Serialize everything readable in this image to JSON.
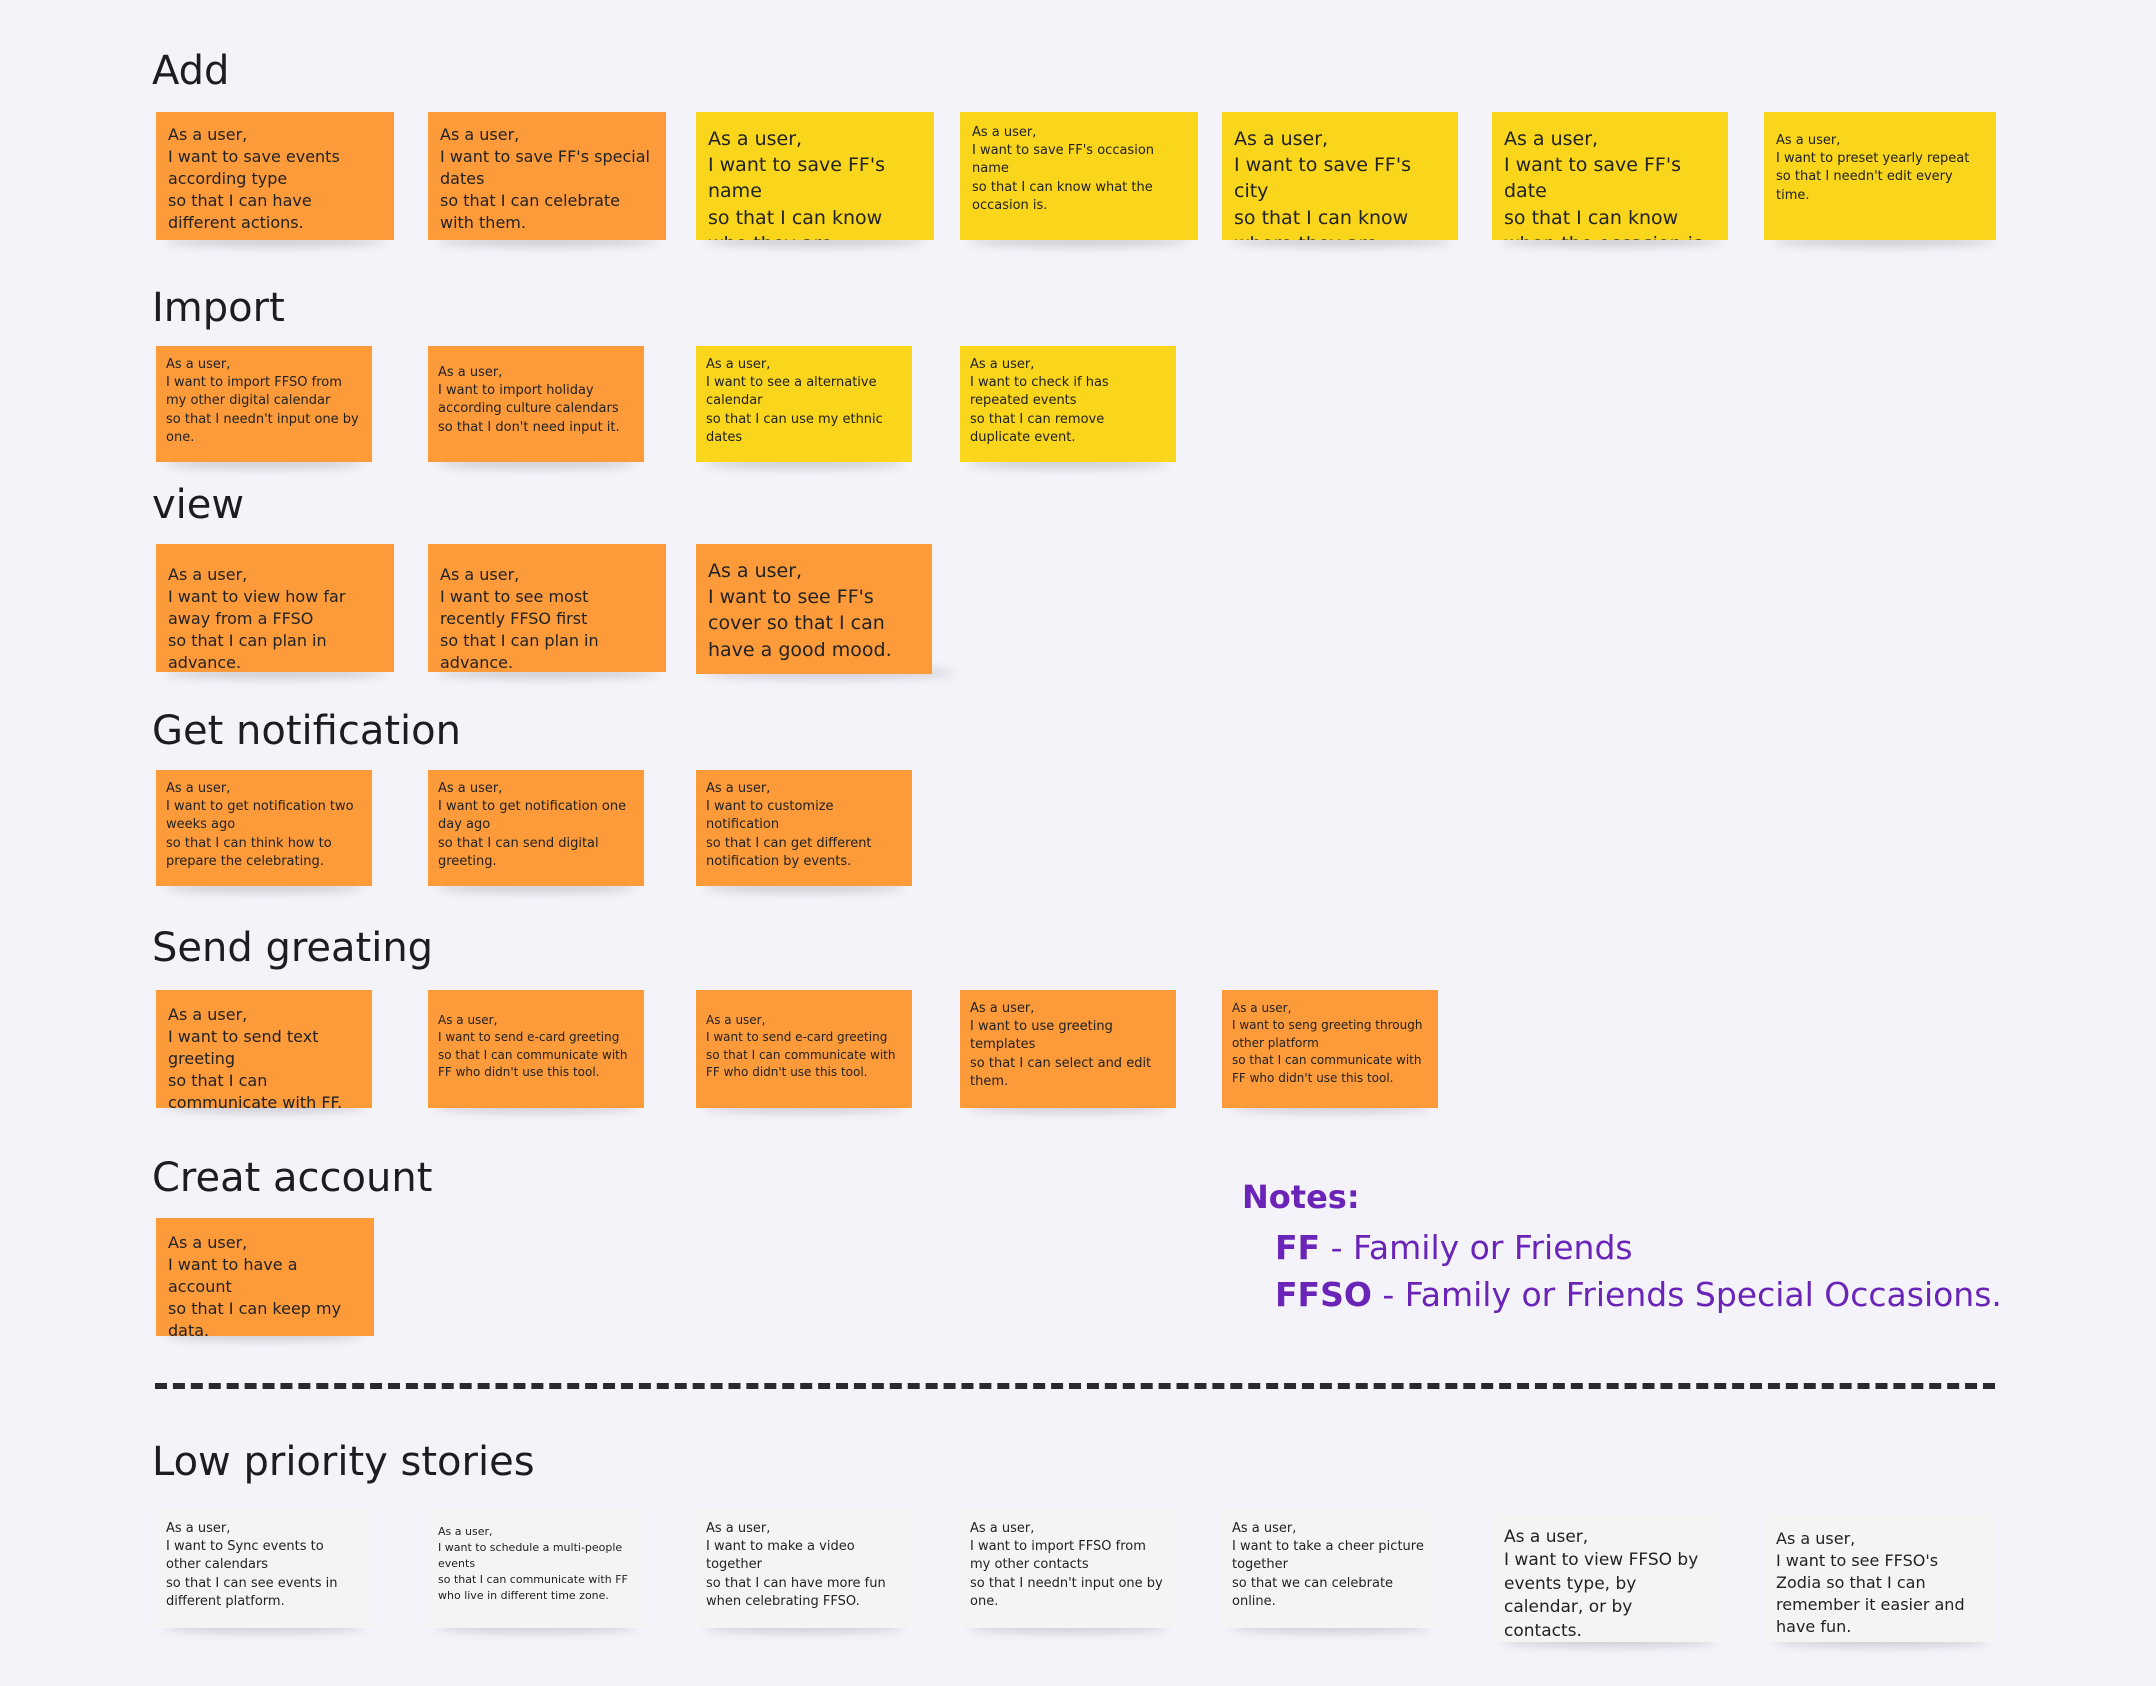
{
  "sections": {
    "add": "Add",
    "import": "Import",
    "view": "view",
    "notification": "Get notification",
    "greeting": "Send greating",
    "account": "Creat account",
    "low": "Low priority stories"
  },
  "colors": {
    "orange": "#fd9b3a",
    "yellow": "#f9d51c",
    "white": "#f4f4f4",
    "notes": "#6a24b8"
  },
  "add": [
    "As a user,\nI want to save events according type\nso that I can have different actions.",
    "As a user,\nI want to save FF's special dates\nso that I can celebrate with them.",
    "As a user,\nI want to save FF's name\nso that I can know who they are.",
    "As a user,\nI want to save FF's occasion name\nso that I can know what  the occasion is.",
    "As a user,\nI want to save FF's city\nso that I can know where they are.",
    "As a user,\nI want to save FF's date\nso that I can know when the occasion is.",
    "As a user,\nI want to preset yearly repeat so that I needn't edit every time."
  ],
  "import": [
    "As a user,\nI want to import FFSO from my other digital calendar\nso that I needn't input one by one.",
    "As a user,\nI want to import holiday according culture calendars\nso that I don't need input it.",
    "As a user,\nI want to see a alternative calendar\nso that I can use my ethnic dates",
    "As a user,\nI want to check if has repeated events\nso that I can remove duplicate event."
  ],
  "view": [
    "As a user,\nI want to view how far away from a FFSO\nso that I can plan in advance.",
    "As a user,\nI want to see most recently FFSO first\nso that I can plan in advance.",
    "As a user,\nI want to see FF's cover so that I can have a good mood."
  ],
  "notification": [
    "As a user,\nI want to get notification two weeks ago\nso that I can think how to prepare the celebrating.",
    "As a user,\nI want to get notification one day ago\nso that I can send digital greeting.",
    "As a user,\nI want to customize notification\nso that I can get different notification by events."
  ],
  "greeting": [
    "As a user,\nI want to send text greeting\nso that I can communicate with FF.",
    "As a user,\nI want to send e-card greeting\nso that I can communicate with FF who didn't use this tool.",
    "As a user,\nI want to send e-card greeting\nso that I can communicate with FF who didn't use this tool.",
    "As a user,\nI want to use greeting templates\nso that I can select and edit them.",
    "As a user,\nI want to seng greeting through other platform\nso that I can communicate with FF who didn't use this tool."
  ],
  "account": [
    "As a user,\nI want to have a account\nso that I can keep my data."
  ],
  "low": [
    "As a user,\nI want to Sync events to other calendars\nso that I can see events in different platform.",
    "As a user,\nI want to schedule a multi-people events\nso that I can communicate with FF who live in different time zone.",
    "As a user,\nI want to make a  video together\nso that I can have more fun when celebrating FFSO.",
    "As a user,\nI want to import FFSO from my other contacts\nso that I needn't input one by one.",
    "As a user,\nI want to take a cheer picture together\nso that we can celebrate online.",
    "As a user,\nI want to view FFSO by events type, by calendar, or by contacts.",
    "As a user,\nI want to see FFSO's Zodia so that I can remember it easier and have fun."
  ],
  "notes": {
    "title": "Notes:",
    "items": [
      {
        "abbr": "FF",
        "text": " - Family or Friends"
      },
      {
        "abbr": "FFSO",
        "text": " - Family or Friends Special Occasions."
      }
    ]
  }
}
